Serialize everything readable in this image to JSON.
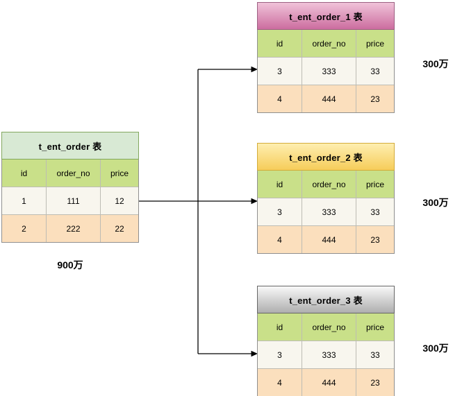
{
  "diagram": {
    "description_labels": {
      "source_count": "900万",
      "shard_count_1": "300万",
      "shard_count_2": "300万",
      "shard_count_3": "300万"
    }
  },
  "source_table": {
    "title": "t_ent_order 表",
    "title_bg": "#d8e9d4",
    "title_border": "#82a75e",
    "columns": [
      "id",
      "order_no",
      "price"
    ],
    "rows": [
      [
        "1",
        "111",
        "12"
      ],
      [
        "2",
        "222",
        "22"
      ]
    ],
    "count_label": "900万"
  },
  "shard_tables": [
    {
      "title": "t_ent_order_1 表",
      "gradient": {
        "top": "#f0c3d9",
        "bottom": "#cc6d9f"
      },
      "border_color": "#9c5f82",
      "columns": [
        "id",
        "order_no",
        "price"
      ],
      "rows": [
        [
          "3",
          "333",
          "33"
        ],
        [
          "4",
          "444",
          "23"
        ]
      ],
      "count_label": "300万"
    },
    {
      "title": "t_ent_order_2 表",
      "gradient": {
        "top": "#feeeb0",
        "bottom": "#f6cd5a"
      },
      "border_color": "#d2ab39",
      "columns": [
        "id",
        "order_no",
        "price"
      ],
      "rows": [
        [
          "3",
          "333",
          "33"
        ],
        [
          "4",
          "444",
          "23"
        ]
      ],
      "count_label": "300万"
    },
    {
      "title": "t_ent_order_3 表",
      "gradient": {
        "top": "#f9f9f9",
        "bottom": "#aeaeae"
      },
      "border_color": "#666666",
      "columns": [
        "id",
        "order_no",
        "price"
      ],
      "rows": [
        [
          "3",
          "333",
          "33"
        ],
        [
          "4",
          "444",
          "23"
        ]
      ],
      "count_label": "300万"
    }
  ],
  "colors": {
    "header_bg": "#c9e089",
    "row1_bg": "#f8f6ee",
    "row2_bg": "#fbdfbd",
    "cell_border": "#bdbcb4",
    "table_outline": "#8f8f8f",
    "arrow": "#000000",
    "text": "#000000"
  }
}
